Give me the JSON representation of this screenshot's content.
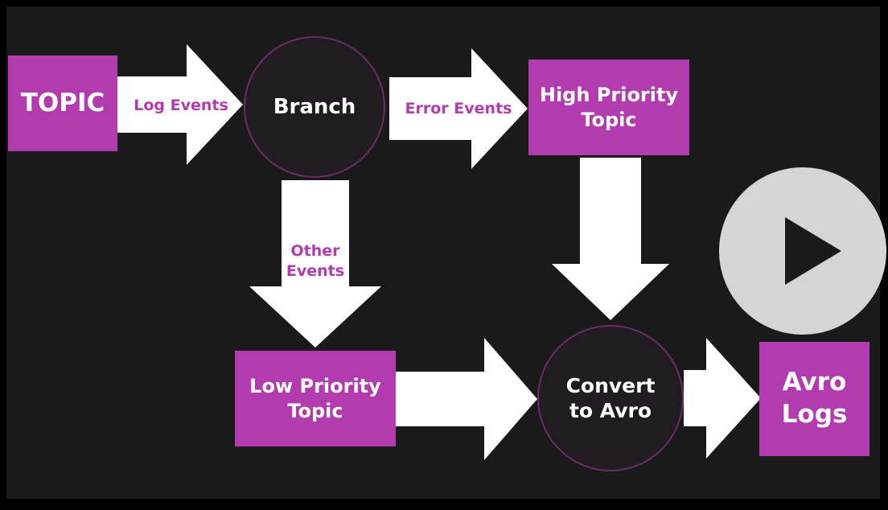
{
  "diagram": {
    "nodes": {
      "topic": "TOPIC",
      "branch": "Branch",
      "high_priority": "High Priority\nTopic",
      "low_priority": "Low Priority\nTopic",
      "convert": "Convert\nto Avro",
      "avro_logs": "Avro\nLogs"
    },
    "edges": {
      "log_events": "Log Events",
      "error_events": "Error Events",
      "other_events": "Other\nEvents"
    }
  },
  "player": {
    "play_icon": "play-icon"
  },
  "colors": {
    "accent": "#b33bb0",
    "background": "#1b1a1b",
    "arrow": "#ffffff",
    "node": "#1f1d1f",
    "play_button": "#d5d5d5",
    "play_glyph": "#1b1a1b"
  }
}
